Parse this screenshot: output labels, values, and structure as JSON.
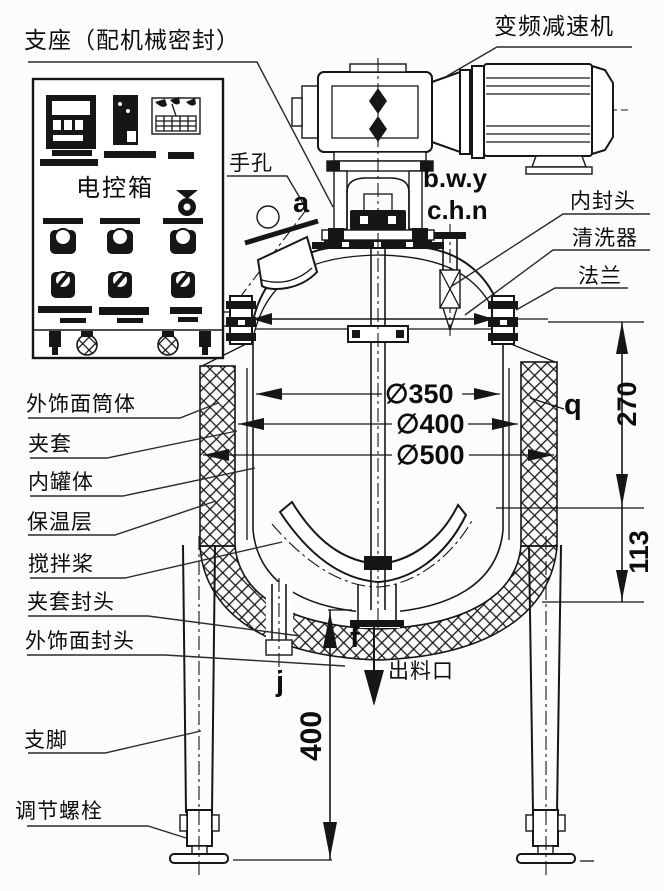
{
  "colors": {
    "ink": "#161616",
    "paper": "#fcfcfb"
  },
  "callouts": {
    "support": "支座（配机械密封）",
    "vfd_reducer": "变频减速机",
    "hand_hole": "手孔",
    "inner_head": "内封头",
    "cleaner": "清洗器",
    "flange": "法兰",
    "outer_shell": "外饰面筒体",
    "jacket": "夹套",
    "inner_tank": "内罐体",
    "insulation": "保温层",
    "paddle": "搅拌桨",
    "jacket_head": "夹套封头",
    "outer_head": "外饰面封头",
    "leg": "支脚",
    "adjust_bolt": "调节螺栓",
    "outlet": "出料口",
    "control_box": "电控箱"
  },
  "letters": {
    "a": "a",
    "bwy": "b.w.y",
    "chn": "c.h.n",
    "f": "f",
    "j": "j",
    "q": "q"
  },
  "dimensions": {
    "dia_inner": "∅350",
    "dia_jacket": "∅400",
    "dia_outer": "∅500",
    "h_top": "270",
    "h_mid": "113",
    "h_leg": "400"
  }
}
